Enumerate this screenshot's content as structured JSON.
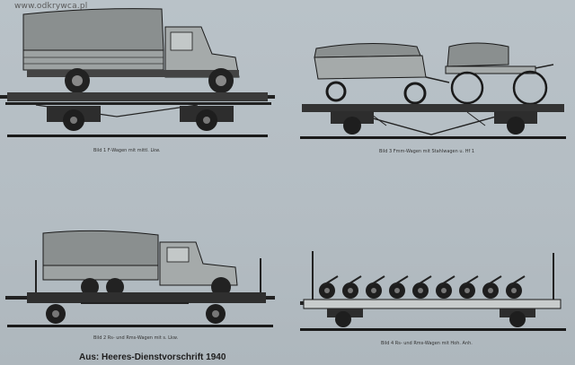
{
  "watermark": "www.odkrywca.pl",
  "figures": [
    {
      "caption": "Bild 1  F-Wagen mit mittl. Lkw.",
      "icon": "flatcar-with-truck"
    },
    {
      "caption": "Bild 3  Fmm-Wagen mit Stahlwagen u. Hf 1",
      "icon": "flatcar-with-horse-wagons"
    },
    {
      "caption": "Bild 2  Rs- und Rms-Wagen mit s. Lkw.",
      "icon": "stake-car-with-heavy-truck"
    },
    {
      "caption": "Bild 4  Rs- und Rms-Wagen mit Hoh. Anh.",
      "icon": "stake-car-with-trailers"
    }
  ],
  "source_line": "Aus: Heeres-Dienstvorschrift 1940",
  "colors": {
    "paper": "#b7c0c6",
    "ink": "#1a1a1a",
    "tarp": "#8a8f8f"
  }
}
